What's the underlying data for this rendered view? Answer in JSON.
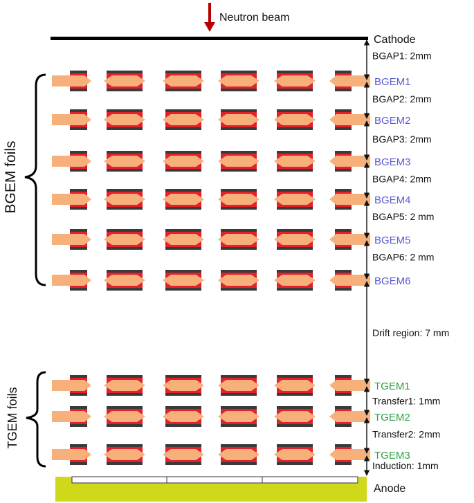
{
  "title": "Neutron beam",
  "cathode": "Cathode",
  "anode": "Anode",
  "bgem_group": "BGEM foils",
  "tgem_group": "TGEM foils",
  "colors": {
    "bgem_label": "#5b5bd6",
    "tgem_label": "#2ea043",
    "arrow": "#b80000",
    "electrode_red": "#e3202b",
    "electrode_dark": "#3a3a3a",
    "substrate": "#f7b07a",
    "anode_fill": "#cfd919"
  },
  "foils": [
    {
      "name": "BGEM1",
      "type": "bgem"
    },
    {
      "name": "BGEM2",
      "type": "bgem"
    },
    {
      "name": "BGEM3",
      "type": "bgem"
    },
    {
      "name": "BGEM4",
      "type": "bgem"
    },
    {
      "name": "BGEM5",
      "type": "bgem"
    },
    {
      "name": "BGEM6",
      "type": "bgem"
    },
    {
      "name": "TGEM1",
      "type": "tgem"
    },
    {
      "name": "TGEM2",
      "type": "tgem"
    },
    {
      "name": "TGEM3",
      "type": "tgem"
    }
  ],
  "gaps": [
    {
      "label": "BGAP1: 2mm"
    },
    {
      "label": "BGAP2: 2mm"
    },
    {
      "label": "BGAP3: 2mm"
    },
    {
      "label": "BGAP4: 2mm"
    },
    {
      "label": "BGAP5: 2 mm"
    },
    {
      "label": "BGAP6: 2 mm"
    },
    {
      "label": "Drift region: 7 mm"
    },
    {
      "label": "Transfer1: 1mm"
    },
    {
      "label": "Transfer2: 2mm"
    },
    {
      "label": "Induction: 1mm"
    }
  ]
}
